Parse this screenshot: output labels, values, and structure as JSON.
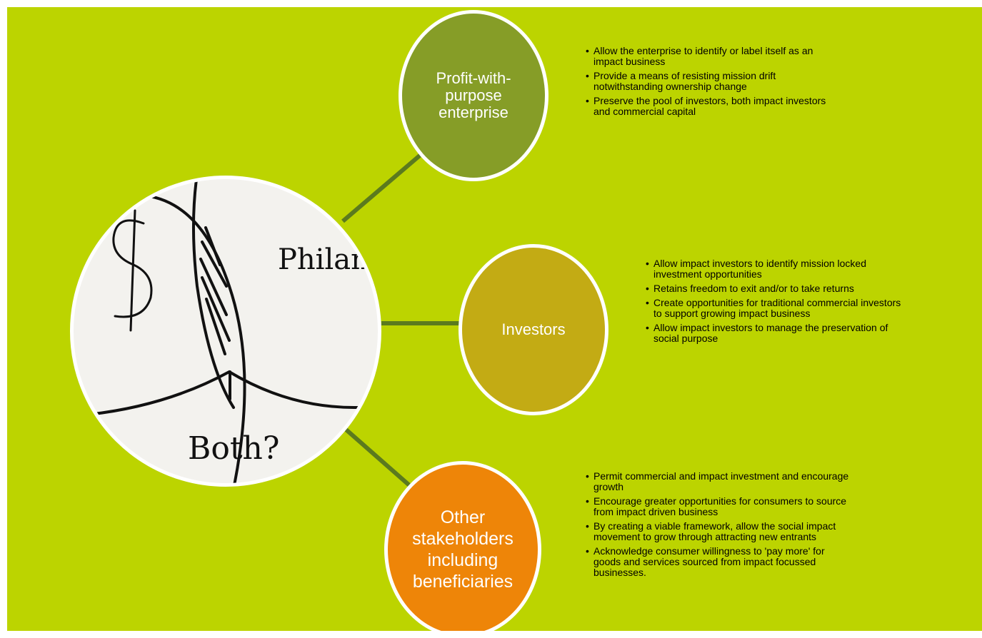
{
  "nodes": {
    "enterprise": {
      "title": "Profit-with-purpose enterprise",
      "color": "#869d27",
      "bullets": [
        "Allow the enterprise to identify or label itself as an impact business",
        "Provide a means of resisting mission drift notwithstanding ownership change",
        "Preserve the pool of investors, both impact investors and commercial capital"
      ]
    },
    "investors": {
      "title": "Investors",
      "color": "#c3ab14",
      "bullets": [
        "Allow impact investors to identify mission locked investment opportunities",
        "Retains freedom to exit and/or to take returns",
        "Create opportunities for traditional commercial investors to support growing impact business",
        "Allow impact investors to manage the preservation of social purpose"
      ]
    },
    "stakeholders": {
      "title": "Other stakeholders including beneficiaries",
      "color": "#ee8508",
      "bullets": [
        "Permit commercial and impact investment and encourage growth",
        "Encourage greater opportunities for consumers to source from impact driven business",
        "By creating a viable framework, allow the social impact movement to grow through attracting new entrants",
        "Acknowledge consumer willingness to 'pay more' for goods and services sourced from impact focussed businesses."
      ]
    }
  },
  "center_sketch": {
    "handwritten_labels": [
      "$",
      "Philant",
      "Both?"
    ]
  },
  "colors": {
    "background": "#bcd400",
    "connector": "#5b7a1e",
    "border": "#ffffff"
  }
}
